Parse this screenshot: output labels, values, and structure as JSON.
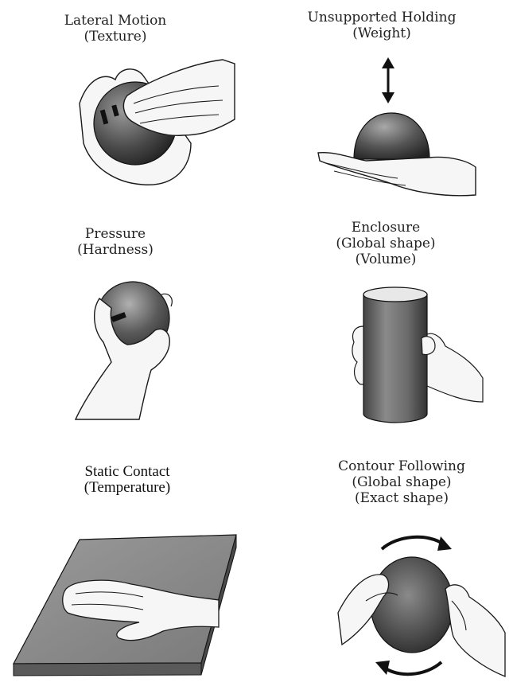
{
  "panels": [
    {
      "id": "lateral-motion",
      "title": "Lateral Motion",
      "subtitle": "(Texture)"
    },
    {
      "id": "unsupported-holding",
      "title": "Unsupported Holding",
      "subtitle": "(Weight)"
    },
    {
      "id": "pressure",
      "title": "Pressure",
      "subtitle": "(Hardness)"
    },
    {
      "id": "enclosure",
      "title": "Enclosure",
      "subtitle": "(Global shape)",
      "subtitle2": "(Volume)"
    },
    {
      "id": "static-contact",
      "title": "Static Contact",
      "subtitle": "(Temperature)"
    },
    {
      "id": "contour-following",
      "title": "Contour Following",
      "subtitle": "(Global shape)",
      "subtitle2": "(Exact shape)"
    }
  ],
  "colors": {
    "ink": "#1a1a1a",
    "object_dark": "#2e2e2e",
    "object_mid": "#6e6e6e",
    "slab": "#8a8a8a",
    "skin": "#f4f4f4"
  }
}
